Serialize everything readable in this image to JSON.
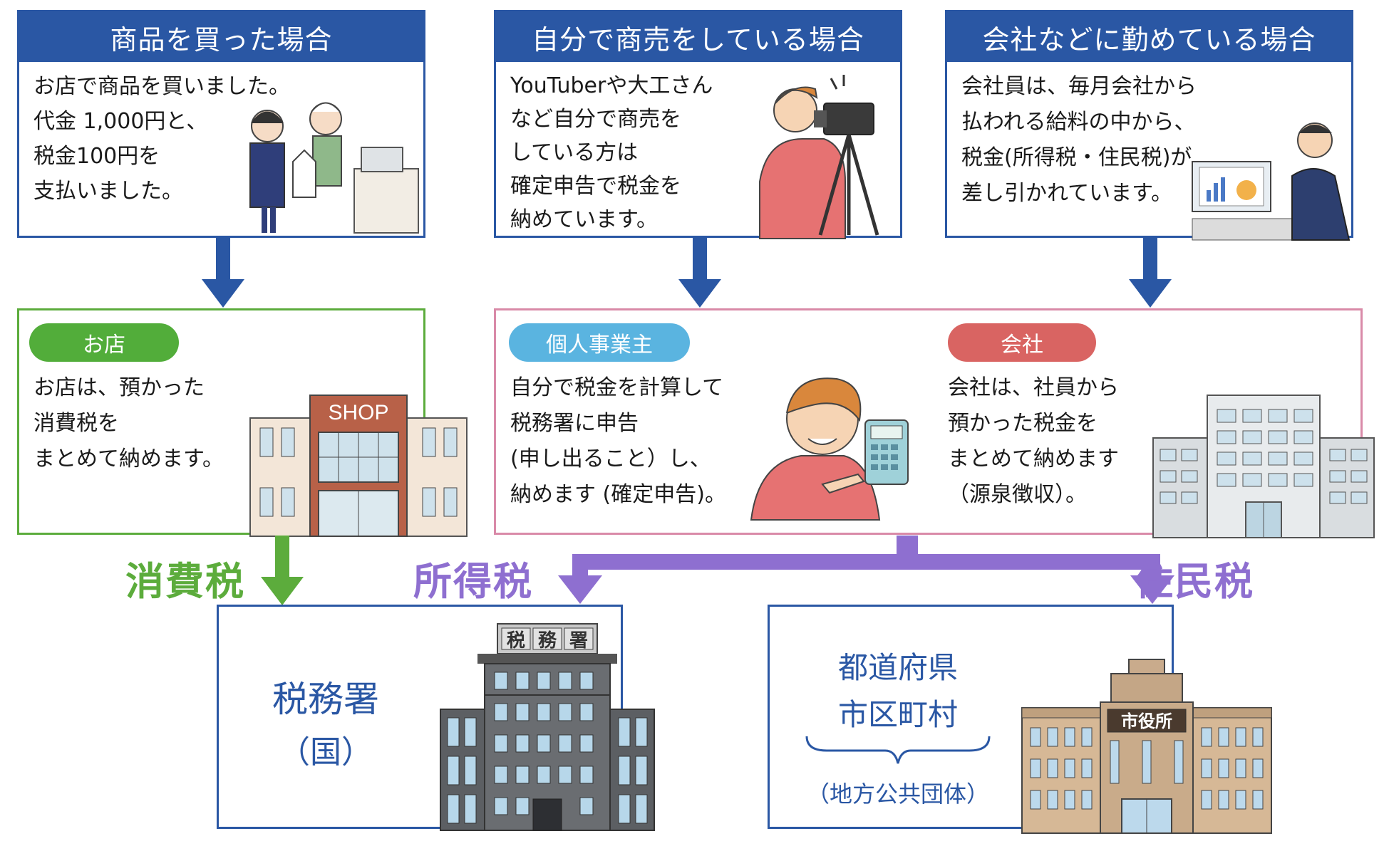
{
  "top": {
    "buy": {
      "title": "商品を買った場合",
      "text": "お店で商品を買いました。\n代金 1,000円と、\n税金100円を\n支払いました。"
    },
    "self": {
      "title": "自分で商売をしている場合",
      "text": "YouTuberや大工さん\nなど自分で商売を\nしている方は\n確定申告で税金を\n納めています。"
    },
    "company": {
      "title": "会社などに勤めている場合",
      "text": "会社員は、毎月会社から\n払われる給料の中から、\n税金(所得税・住民税)が\n差し引かれています。"
    }
  },
  "middle": {
    "shop": {
      "pill": "お店",
      "text": "お店は、預かった\n消費税を\nまとめて納めます。",
      "sign": "SHOP"
    },
    "sole": {
      "pill": "個人事業主",
      "text": "自分で税金を計算して\n税務署に申告\n(申し出ること）し、\n納めます (確定申告)。"
    },
    "corp": {
      "pill": "会社",
      "text": "会社は、社員から\n預かった税金を\nまとめて納めます\n（源泉徴収）。"
    }
  },
  "taxes": {
    "consumption": "消費税",
    "income": "所得税",
    "resident": "住民税"
  },
  "bottom": {
    "taxoffice": {
      "name": "税務署",
      "sub": "（国）",
      "sign": [
        "税",
        "務",
        "署"
      ]
    },
    "local": {
      "line1": "都道府県",
      "line2": "市区町村",
      "sub": "（地方公共団体）",
      "sign": "市役所"
    }
  },
  "colors": {
    "blue": "#2a57a4",
    "green": "#5cac3c",
    "pink": "#d98aa8",
    "purple": "#8e6fd0",
    "pill_green": "#52ad3a",
    "pill_blue": "#5ab4e0",
    "pill_red": "#d96462"
  }
}
